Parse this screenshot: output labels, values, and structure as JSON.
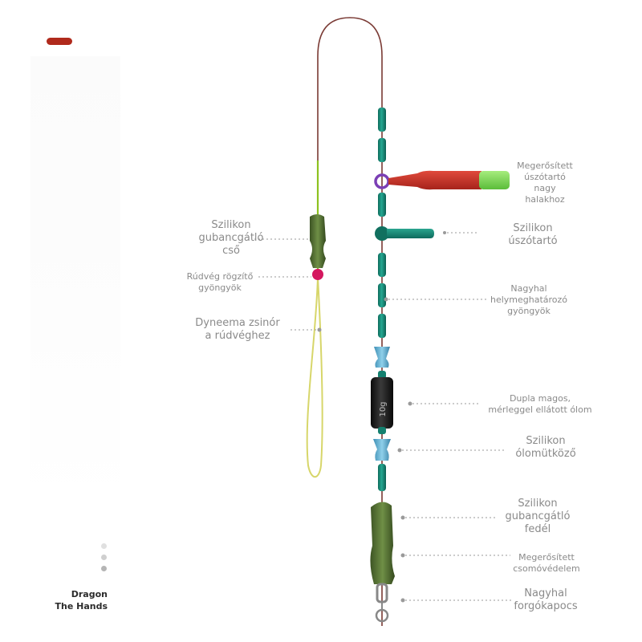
{
  "colors": {
    "badge": "#b02a1c",
    "label_text": "#8a8a8a",
    "leader": "#9a9a9a",
    "bead": "#14806f",
    "loop_line": "#7a3a34",
    "lower_line": "#d7d66a",
    "upper_line": "#8dc21f",
    "sleeve": "#5d7a3a",
    "pink_bead": "#d4175f",
    "purple_ring": "#7b3fb5",
    "clip_red": "#c8342c",
    "clip_green": "#7fd35a",
    "bumper": "#5aa7c9",
    "lead": "#1e1e1e",
    "swivel": "#888888"
  },
  "icons": [
    "bead-icon",
    "sleeve-icon",
    "float-holder-icon",
    "lead-weight-icon",
    "bumper-icon",
    "swivel-icon"
  ],
  "brand": {
    "line1": "Dragon",
    "line2": "The Hands"
  },
  "labels": {
    "reinforced_float_holder": [
      "Megerősített",
      "úszótartó",
      "nagy",
      "halakhoz"
    ],
    "silicone_float_holder": [
      "Szilikon",
      "úszótartó"
    ],
    "locator_beads": [
      "Nagyhal",
      "helymeghatározó",
      "gyöngyök"
    ],
    "lead_weight": [
      "Dupla magos,",
      "mérleggel ellátott ólom"
    ],
    "lead_bumper": [
      "Szilikon",
      "ólomütköző"
    ],
    "anti_tangle_cap": [
      "Szilikon",
      "gubancgátló",
      "fedél"
    ],
    "knot_protector": [
      "Megerősített",
      "csomóvédelem"
    ],
    "swivel_clip": [
      "Nagyhal",
      "forgókapocs"
    ],
    "anti_tangle_tube": [
      "Szilikon",
      "gubancgátló",
      "cső"
    ],
    "rod_tip_beads": [
      "Rúdvég rögzítő",
      "gyöngyök"
    ],
    "dyneema_line": [
      "Dyneema zsinór",
      "a rúdvéghez"
    ]
  },
  "lead_marking": "10g"
}
